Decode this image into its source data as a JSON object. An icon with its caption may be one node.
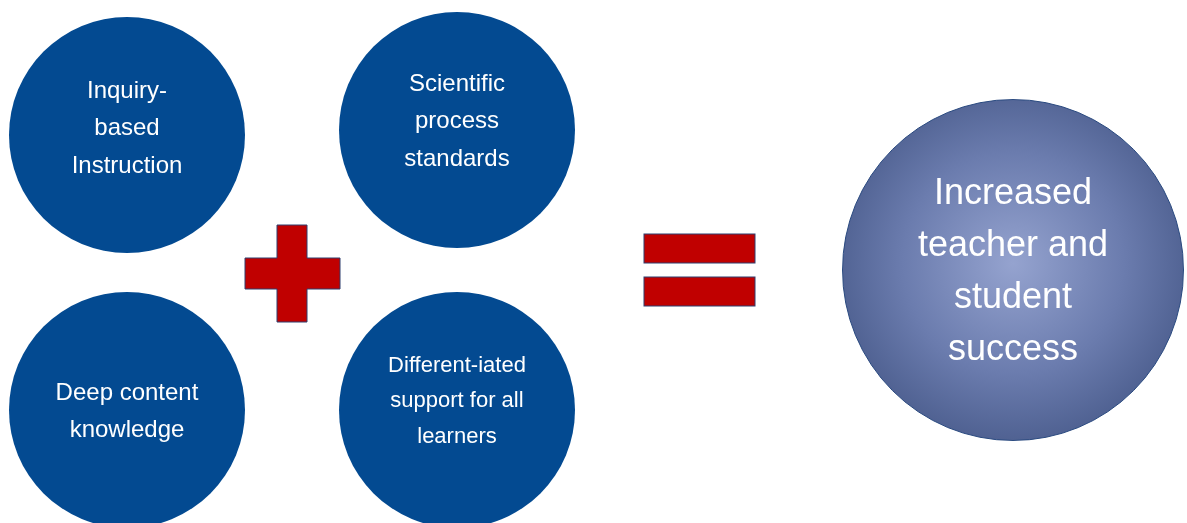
{
  "diagram": {
    "nodes": [
      {
        "text": [
          "Inquiry-based Instruction"
        ]
      },
      {
        "text": [
          "Scientific process standards"
        ]
      },
      {
        "text": [
          "Deep content knowledge"
        ]
      },
      {
        "text": [
          "Different-iated support for all learners"
        ]
      },
      {
        "text": [
          "Increased teacher and student success"
        ]
      }
    ]
  }
}
